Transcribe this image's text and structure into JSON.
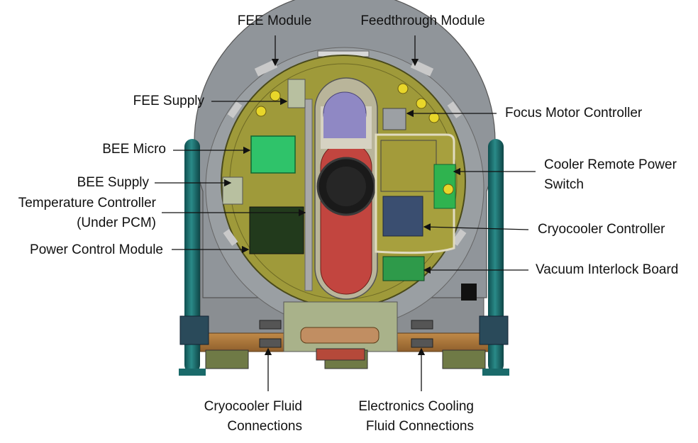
{
  "labels": {
    "fee_module": "FEE Module",
    "feedthrough_module": "Feedthrough Module",
    "fee_supply": "FEE Supply",
    "focus_motor_controller": "Focus Motor Controller",
    "bee_micro": "BEE Micro",
    "cooler_remote_power_switch": [
      "Cooler Remote Power",
      "Switch"
    ],
    "bee_supply": "BEE Supply",
    "temperature_controller": [
      "Temperature Controller",
      "(Under PCM)"
    ],
    "cryocooler_controller": "Cryocooler Controller",
    "power_control_module": "Power Control Module",
    "vacuum_interlock_board": "Vacuum Interlock Board",
    "cryocooler_fluid_connections": [
      "Cryocooler Fluid",
      "Connections"
    ],
    "electronics_cooling_fluid_connections": [
      "Electronics Cooling",
      "Fluid Connections"
    ]
  },
  "colors": {
    "housing_gray": "#8f9396",
    "plate_olive": "#a39a3c",
    "post_teal": "#1f7070",
    "board_green": "#2fc36a",
    "channel_red": "#c2453f",
    "motor_purple": "#8f88c4",
    "base_brown": "#b07a3c"
  }
}
